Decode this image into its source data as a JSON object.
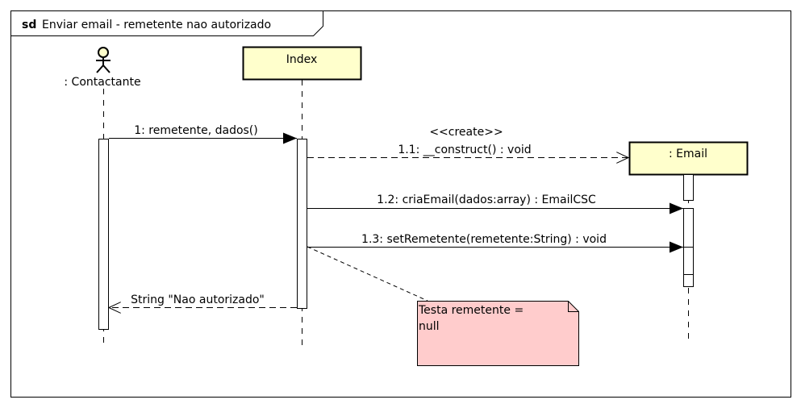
{
  "frame": {
    "keyword": "sd",
    "title": "Enviar email - remetente nao autorizado"
  },
  "lifelines": {
    "actor": {
      "label": ": Contactante",
      "kind": "actor"
    },
    "index": {
      "label": "Index",
      "kind": "object"
    },
    "email": {
      "label": ": Email",
      "kind": "object"
    }
  },
  "messages": {
    "m1": {
      "label": "1: remetente, dados()",
      "kind": "synchronous"
    },
    "m11_stereotype": {
      "label": "<<create>>"
    },
    "m11": {
      "label": "1.1: __construct() : void",
      "kind": "create"
    },
    "m12": {
      "label": "1.2: criaEmail(dados:array) : EmailCSC",
      "kind": "synchronous"
    },
    "m13": {
      "label": "1.3: setRemetente(remetente:String) : void",
      "kind": "synchronous"
    },
    "reply": {
      "label": "String \"Nao autorizado\"",
      "kind": "reply"
    }
  },
  "note": {
    "line1": "Testa remetente =",
    "line2": "null",
    "color": "#ffcccc"
  },
  "colors": {
    "object_fill": "#ffffcc",
    "note_fill": "#ffcccc",
    "stroke": "#000000"
  }
}
